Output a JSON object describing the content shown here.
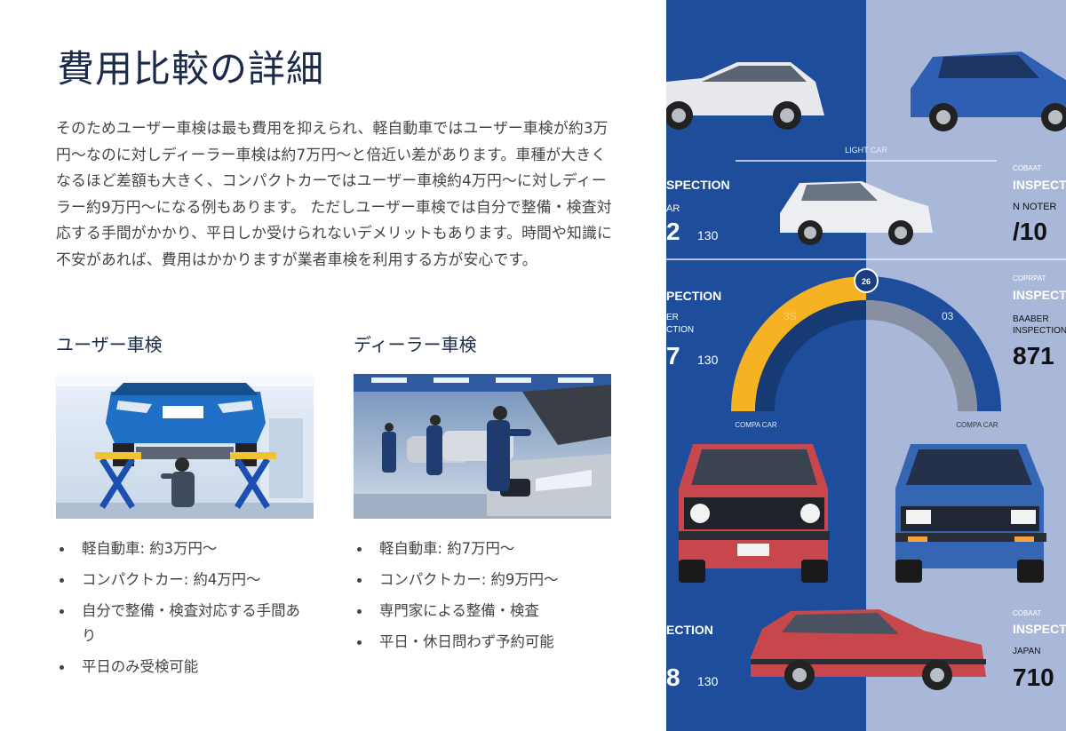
{
  "title": "費用比較の詳細",
  "paragraph": "そのためユーザー車検は最も費用を抑えられ、軽自動車ではユーザー車検が約3万円〜なのに対しディーラー車検は約7万円〜と倍近い差があります。車種が大きくなるほど差額も大きく、コンパクトカーではユーザー車検約4万円〜に対しディーラー約9万円〜になる例もあります。 ただしユーザー車検では自分で整備・検査対応する手間がかかり、平日しか受けられないデメリットもあります。時間や知識に不安があれば、費用はかかりますが業者車検を利用する方が安心です。",
  "columns": [
    {
      "heading": "ユーザー車検",
      "items": [
        "軽自動車: 約3万円〜",
        "コンパクトカー: 約4万円〜",
        "自分で整備・検査対応する手間あり",
        "平日のみ受検可能"
      ]
    },
    {
      "heading": "ディーラー車検",
      "items": [
        "軽自動車: 約7万円〜",
        "コンパクトカー: 約9万円〜",
        "専門家による整備・検査",
        "平日・休日問わず予約可能"
      ]
    }
  ],
  "infographic": {
    "light_car": "LIGHT CAR",
    "row1": {
      "left_label": "SPECTION",
      "left_sub": "AR",
      "left_big": "2",
      "left_small": "130",
      "right_top": "COBAAT",
      "right_label": "INSPECTI",
      "right_sub": "N NOTER",
      "right_big": "/10"
    },
    "row2": {
      "left_label": "PECTION",
      "left_sub1": "ER",
      "left_sub2": "CTION",
      "left_big": "7",
      "left_small": "130",
      "right_top": "COPRPAT",
      "right_label": "INSPECTI",
      "right_sub1": "BAABER",
      "right_sub2": "INSPECTION",
      "right_big": "871"
    },
    "gauge": {
      "badge": "26",
      "left_value": "3S",
      "right_value": "03"
    },
    "compact_left": "COMPA CAR",
    "compact_right": "COMPA CAR",
    "row3": {
      "left_label": "ECTION",
      "left_big": "8",
      "left_small": "130",
      "right_top": "COBAAT",
      "right_label": "INSPECTI",
      "right_sub": "JAPAN",
      "right_big": "710"
    },
    "colors": {
      "blue": "#1e4d9b",
      "light_blue": "#a9b8d8",
      "yellow": "#f5b323",
      "red": "#c8474d"
    }
  }
}
